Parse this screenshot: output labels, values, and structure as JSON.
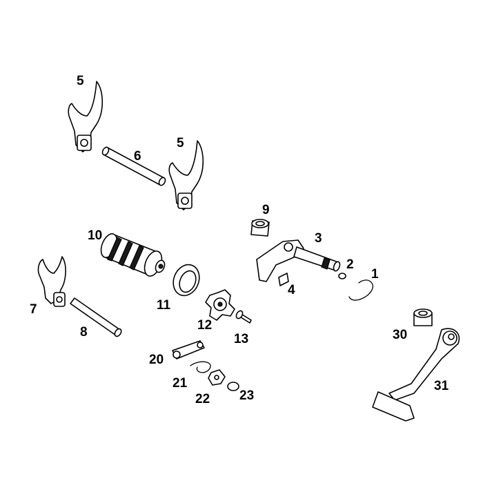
{
  "colors": {
    "line": "#000000",
    "fill": "#ffffff",
    "dark": "#1a1a1a"
  },
  "callouts": {
    "c1": "1",
    "c2": "2",
    "c3": "3",
    "c4": "4",
    "c5a": "5",
    "c5b": "5",
    "c6": "6",
    "c7": "7",
    "c8": "8",
    "c9": "9",
    "c10": "10",
    "c11": "11",
    "c12": "12",
    "c13": "13",
    "c20": "20",
    "c21": "21",
    "c22": "22",
    "c23": "23",
    "c30": "30",
    "c31": "31"
  }
}
